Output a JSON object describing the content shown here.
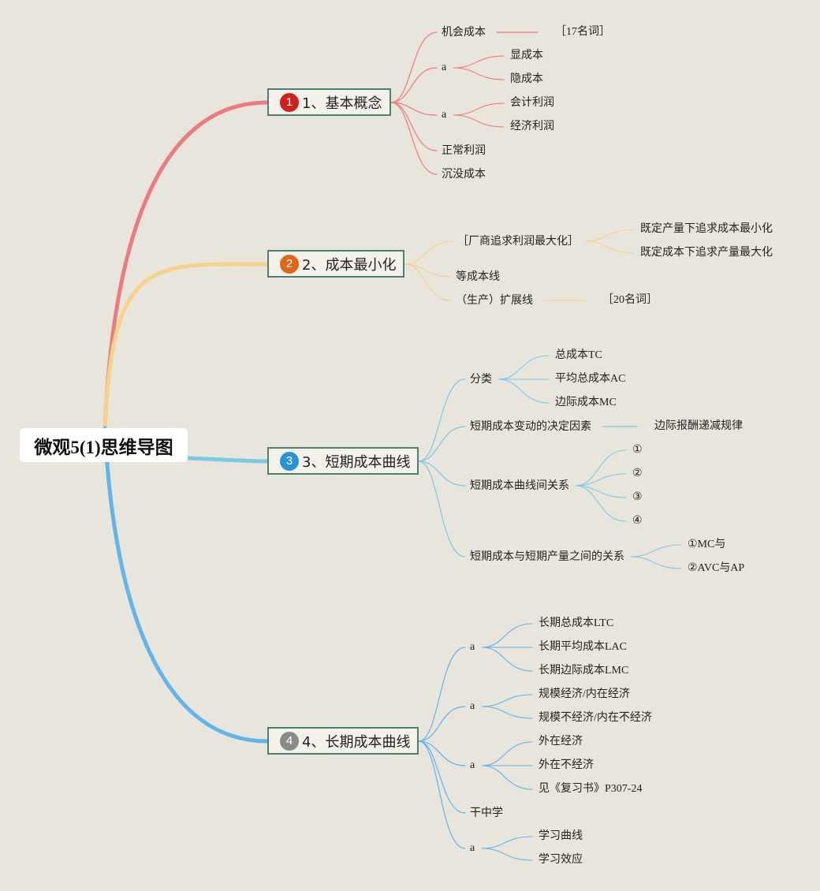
{
  "root": {
    "label": "微观5(1)思维导图"
  },
  "branches": [
    {
      "label": "1、基本概念",
      "badge": "1",
      "badge_color": "#d0201b",
      "line_color": "#ec7b80",
      "children": [
        {
          "label": "机会成本",
          "note": "［17名词］"
        },
        {
          "label": "a",
          "children": [
            {
              "label": "显成本"
            },
            {
              "label": "隐成本"
            }
          ]
        },
        {
          "label": "a",
          "children": [
            {
              "label": "会计利润"
            },
            {
              "label": "经济利润"
            }
          ]
        },
        {
          "label": "正常利润"
        },
        {
          "label": "沉没成本"
        }
      ]
    },
    {
      "label": "2、成本最小化",
      "badge": "2",
      "badge_color": "#e0661a",
      "line_color": "#f6d28a",
      "children": [
        {
          "label": "［厂商追求利润最大化］",
          "children": [
            {
              "label": "既定产量下追求成本最小化"
            },
            {
              "label": "既定成本下追求产量最大化"
            }
          ]
        },
        {
          "label": "等成本线"
        },
        {
          "label": "（生产）扩展线",
          "note": "［20名词］"
        }
      ]
    },
    {
      "label": "3、短期成本曲线",
      "badge": "3",
      "badge_color": "#2a93d4",
      "line_color": "#7ec8e3",
      "children": [
        {
          "label": "分类",
          "children": [
            {
              "label": "总成本TC"
            },
            {
              "label": "平均总成本AC"
            },
            {
              "label": "边际成本MC"
            }
          ]
        },
        {
          "label": "短期成本变动的决定因素",
          "note": "边际报酬递减规律"
        },
        {
          "label": "短期成本曲线间关系",
          "children": [
            {
              "label": "①"
            },
            {
              "label": "②"
            },
            {
              "label": "③"
            },
            {
              "label": "④"
            }
          ]
        },
        {
          "label": "短期成本与短期产量之间的关系",
          "children": [
            {
              "label": "①MC与"
            },
            {
              "label": "②AVC与AP"
            }
          ]
        }
      ]
    },
    {
      "label": "4、长期成本曲线",
      "badge": "4",
      "badge_color": "#8a8a8a",
      "line_color": "#63b4ea",
      "children": [
        {
          "label": "a",
          "children": [
            {
              "label": "长期总成本LTC"
            },
            {
              "label": "长期平均成本LAC"
            },
            {
              "label": "长期边际成本LMC"
            }
          ]
        },
        {
          "label": "a",
          "children": [
            {
              "label": "规模经济/内在经济"
            },
            {
              "label": "规模不经济/内在不经济"
            }
          ]
        },
        {
          "label": "a",
          "children": [
            {
              "label": "外在经济"
            },
            {
              "label": "外在不经济"
            },
            {
              "label": "见《复习书》P307-24"
            }
          ]
        },
        {
          "label": "干中学"
        },
        {
          "label": "a",
          "children": [
            {
              "label": "学习曲线"
            },
            {
              "label": "学习效应"
            }
          ]
        }
      ]
    }
  ]
}
